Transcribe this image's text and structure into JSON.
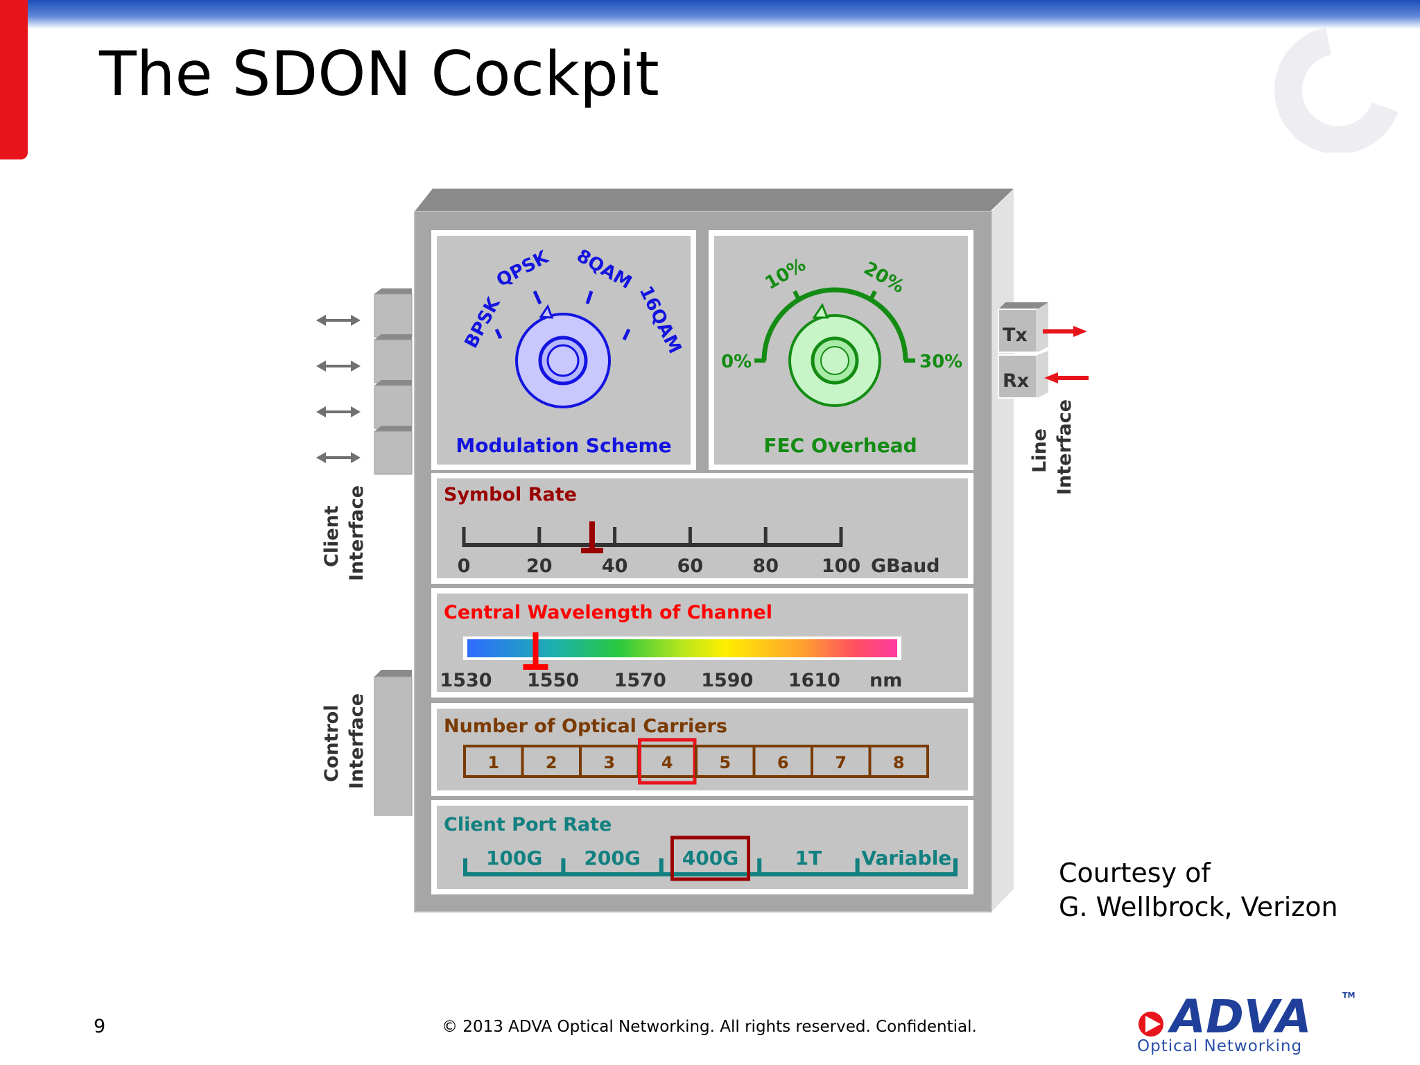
{
  "slide": {
    "title": "The SDON Cockpit",
    "page_number": "9",
    "copyright": "© 2013 ADVA Optical Networking. All rights reserved. Confidential.",
    "courtesy_line1": "Courtesy of",
    "courtesy_line2": "G. Wellbrock, Verizon"
  },
  "brand": {
    "logo_text": "ADVA",
    "tm": "TM",
    "sub_text": "Optical Networking",
    "color": "#1f3f9a",
    "accent": "#e8141c"
  },
  "diagram": {
    "client_interface": {
      "line1": "Client",
      "line2": "Interface",
      "port_count": 4
    },
    "control_interface": {
      "line1": "Control",
      "line2": "Interface"
    },
    "line_interface": {
      "line1": "Line",
      "line2": "Interface",
      "tx": "Tx",
      "rx": "Rx"
    },
    "modulation": {
      "label": "Modulation Scheme",
      "options": [
        "BPSK",
        "QPSK",
        "8QAM",
        "16QAM"
      ],
      "selected": "QPSK",
      "color": "#1414e0"
    },
    "fec": {
      "label": "FEC Overhead",
      "ticks": [
        "0%",
        "10%",
        "20%",
        "30%"
      ],
      "selected": "10%",
      "color": "#148c14"
    },
    "symbol_rate": {
      "label": "Symbol Rate",
      "ticks": [
        "0",
        "20",
        "40",
        "60",
        "80",
        "100"
      ],
      "unit": "GBaud",
      "value": 34,
      "min": 0,
      "max": 100,
      "color": "#9a0000"
    },
    "wavelength": {
      "label": "Central Wavelength of Channel",
      "ticks": [
        "1530",
        "1550",
        "1570",
        "1590",
        "1610"
      ],
      "unit": "nm",
      "value": 1546,
      "min": 1530,
      "max": 1630,
      "color": "#ff0000"
    },
    "carriers": {
      "label": "Number of Optical Carriers",
      "options": [
        "1",
        "2",
        "3",
        "4",
        "5",
        "6",
        "7",
        "8"
      ],
      "selected": "4",
      "color": "#7a3a00"
    },
    "client_port_rate": {
      "label": "Client Port Rate",
      "options": [
        "100G",
        "200G",
        "400G",
        "1T",
        "Variable"
      ],
      "selected": "400G",
      "color": "#128080"
    }
  }
}
